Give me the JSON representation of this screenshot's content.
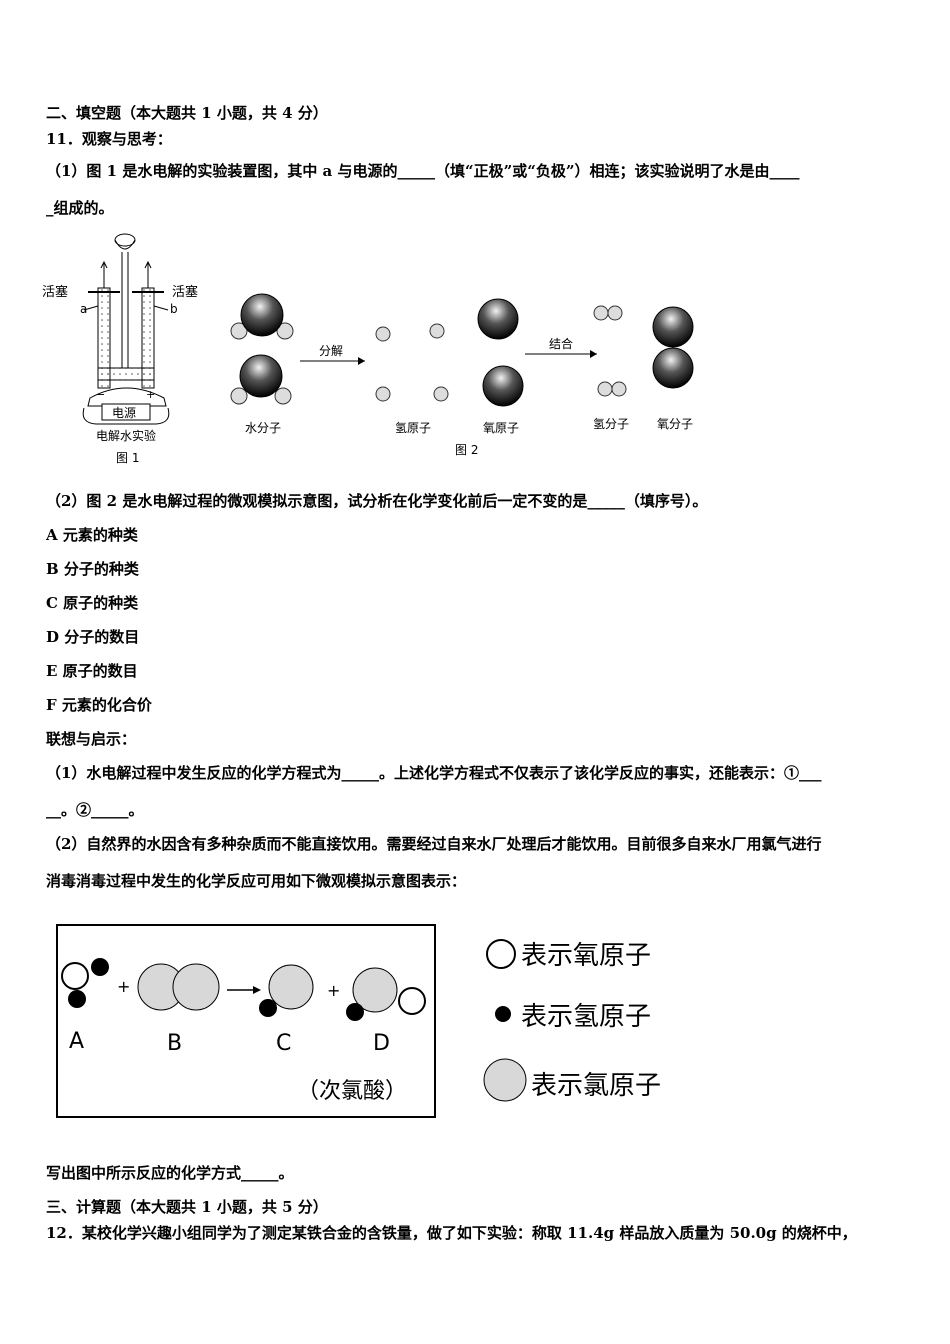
{
  "section2": {
    "heading": "二、填空题（本大题共 1 小题，共 4 分）",
    "q11": "11．观察与思考：",
    "p1_line1": "（1）图 1 是水电解的实验装置图，其中 a 与电源的_____（填“正极”或“负极”）相连；该实验说明了水是由____",
    "p1_line2": "_组成的。"
  },
  "fig1": {
    "valve_left": "活塞",
    "valve_right": "活塞",
    "tube_a": "a",
    "tube_b": "b",
    "minus": "−",
    "plus": "+",
    "power": "电源",
    "caption": "电解水实验",
    "label": "图 1"
  },
  "fig2": {
    "arrow1": "分解",
    "arrow2": "结合",
    "water_molecule": "水分子",
    "hydrogen_atom": "氢原子",
    "oxygen_atom": "氧原子",
    "hydrogen_molecule": "氢分子",
    "oxygen_molecule": "氧分子",
    "label": "图 2"
  },
  "part2": {
    "question": "（2）图 2 是水电解过程的微观模拟示意图，试分析在化学变化前后一定不变的是_____（填序号）。",
    "options": [
      "A 元素的种类",
      "B 分子的种类",
      "C 原子的种类",
      "D 分子的数目",
      "E 原子的数目",
      "F 元素的化合价"
    ]
  },
  "association": {
    "heading": "联想与启示：",
    "a1_line1": "（1）水电解过程中发生反应的化学方程式为_____。上述化学方程式不仅表示了该化学反应的事实，还能表示：①___",
    "a1_line2": "__。②_____。",
    "a2_line1": "（2）自然界的水因含有多种杂质而不能直接饮用。需要经过自来水厂处理后才能饮用。目前很多自来水厂用氯气进行",
    "a2_line2": "消毒消毒过程中发生的化学反应可用如下微观模拟示意图表示："
  },
  "fig3": {
    "A": "A",
    "B": "B",
    "C": "C",
    "D": "D",
    "plus": "+",
    "note": "（次氯酸）",
    "legend_oxygen": "表示氧原子",
    "legend_hydrogen": "表示氢原子",
    "legend_chlorine": "表示氯原子"
  },
  "write": "写出图中所示反应的化学方式_____。",
  "section3": {
    "heading": "三、计算题（本大题共 1 小题，共 5 分）",
    "q12": "12．某校化学兴趣小组同学为了测定某铁合金的含铁量，做了如下实验：称取 11.4g 样品放入质量为 50.0g 的烧杯中，"
  }
}
